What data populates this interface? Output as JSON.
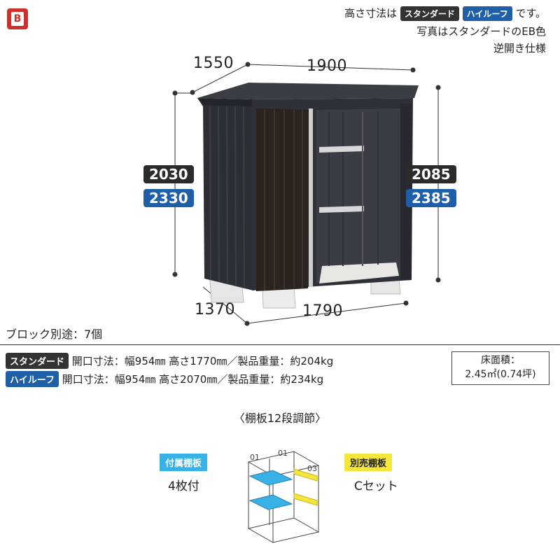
{
  "note": {
    "line1_prefix": "高さ寸法は",
    "tag_standard": "スタンダード",
    "tag_highroof": "ハイルーフ",
    "line1_suffix": "です。",
    "line2": "写真はスタンダードのEB色",
    "line3": "逆開き仕様"
  },
  "dimensions": {
    "top_depth": "1550",
    "top_width": "1900",
    "left_height_standard": "2030",
    "left_height_highroof": "2330",
    "right_height_standard": "2085",
    "right_height_highroof": "2385",
    "bottom_depth": "1370",
    "bottom_width": "1790"
  },
  "block_note": "ブロック別途：7個",
  "specs": [
    {
      "tag": "スタンダード",
      "text": "開口寸法：幅954㎜ 高さ1770㎜／製品重量：約204kg"
    },
    {
      "tag": "ハイルーフ",
      "text": "開口寸法：幅954㎜ 高さ2070㎜／製品重量：約234kg"
    }
  ],
  "floor_area": {
    "label": "床面積：",
    "value": "2.45㎡(0.74坪)"
  },
  "shelf": {
    "title": "〈棚板12段調節〉",
    "included_label": "付属棚板",
    "included_value": "4枚付",
    "optional_label": "別売棚板",
    "optional_value": "Cセット",
    "diagram_label_1": "01",
    "diagram_label_2": "01",
    "diagram_label_3": "03"
  },
  "colors": {
    "body": "#2e3138",
    "door": "#2a231f",
    "accent_blue": "#1f5fa8",
    "shelf_blue": "#38b2e6",
    "shelf_yellow": "#f5e63b"
  }
}
